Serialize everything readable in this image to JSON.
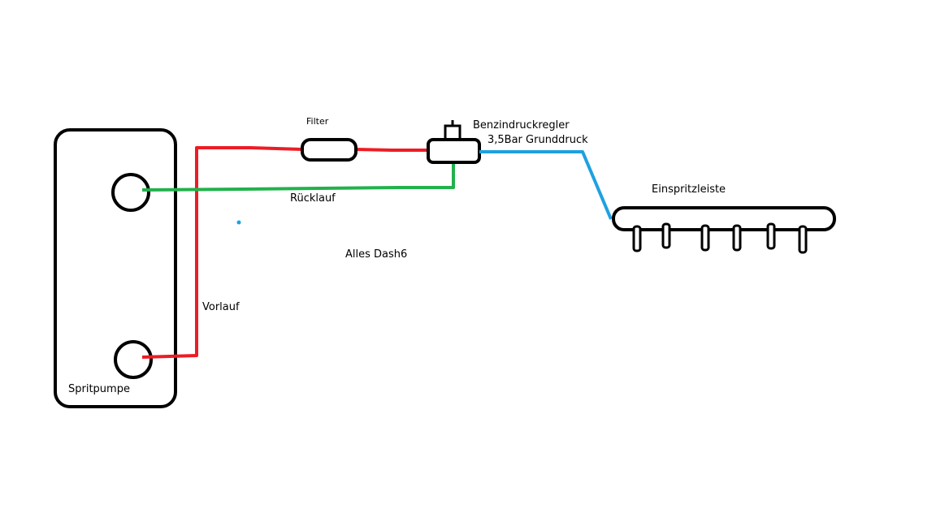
{
  "labels": {
    "filter": "Filter",
    "regulator": "Benzindruckregler",
    "base_pressure": "3,5Bar Grunddruck",
    "return_line": "Rücklauf",
    "fuel_rail": "Einspritzleiste",
    "note": "Alles Dash6",
    "feed_line": "Vorlauf",
    "pump": "Spritpumpe"
  },
  "colors": {
    "feed": "#ed1c24",
    "return": "#22b14c",
    "pressure": "#1ea1e0",
    "outline": "#000000"
  }
}
